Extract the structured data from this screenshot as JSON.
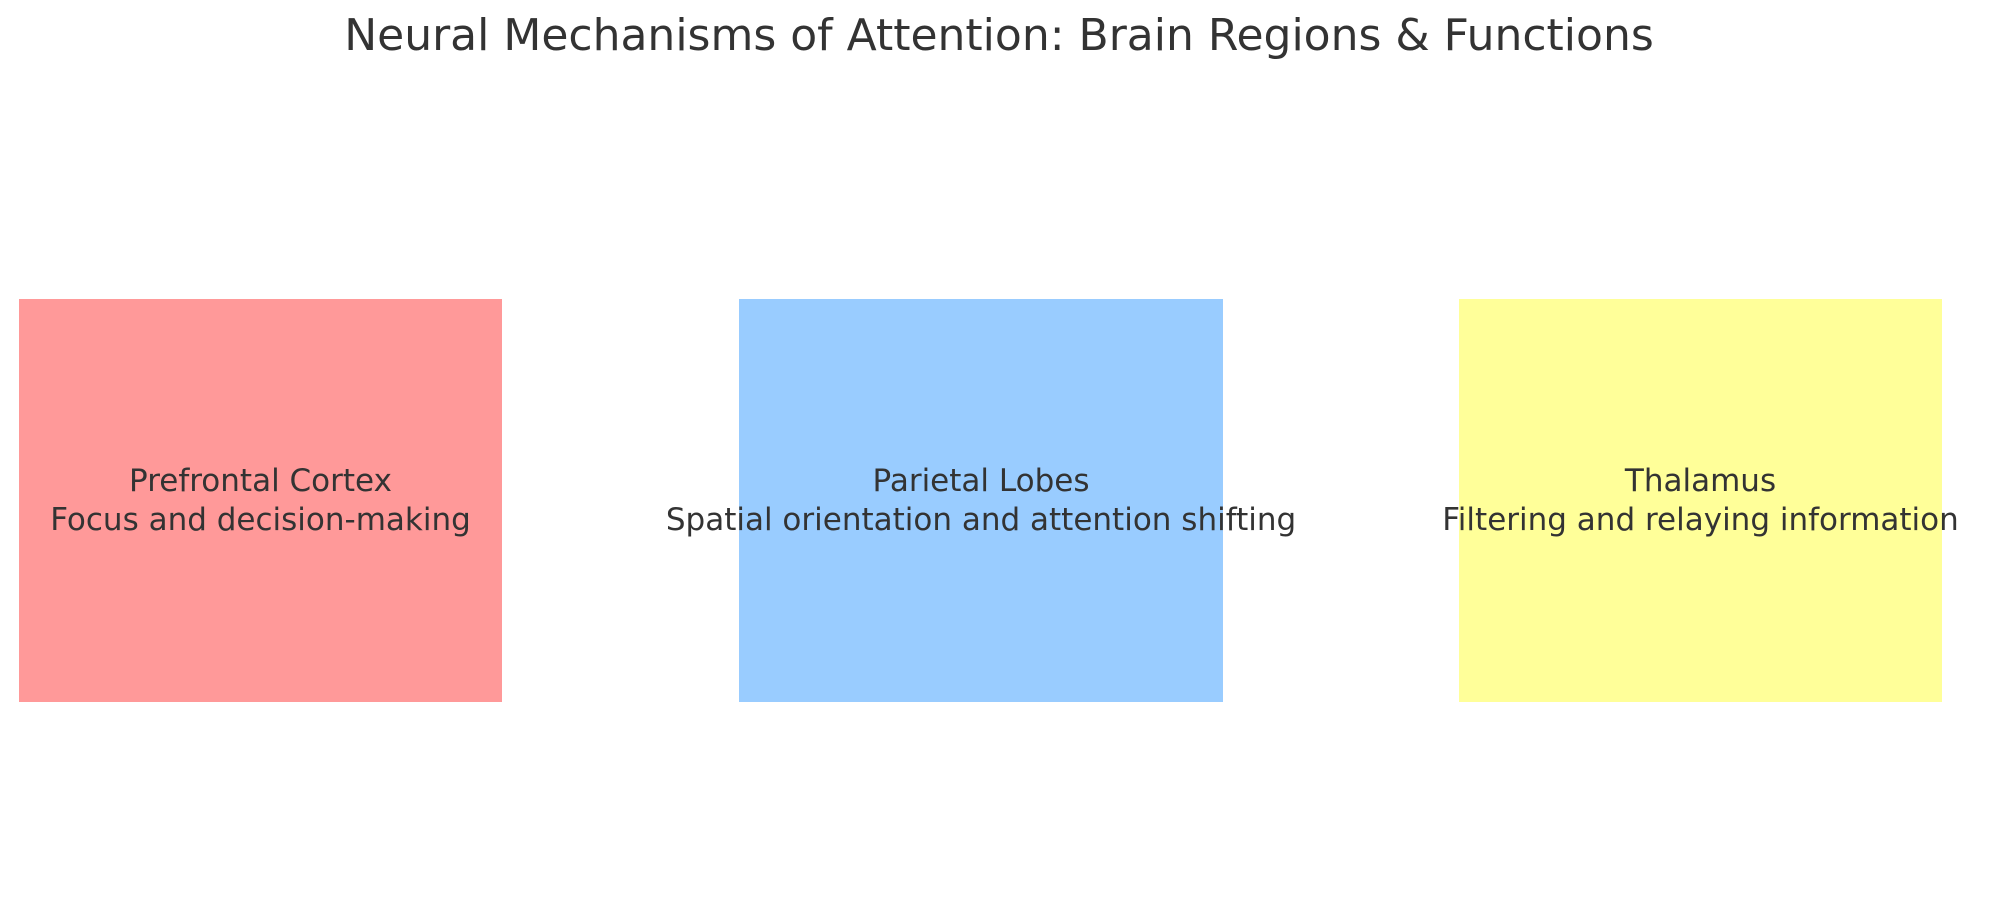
{
  "title": "Neural Mechanisms of Attention: Brain Regions & Functions",
  "colors": {
    "background": "#FFFFFF",
    "text": "#333333",
    "prefrontal_cortex_box": "#FF9999",
    "parietal_lobes_box": "#99CCFF",
    "thalamus_box": "#FFFF99"
  },
  "regions": [
    {
      "name": "Prefrontal Cortex",
      "function": "Focus and decision-making",
      "color": "#FF9999"
    },
    {
      "name": "Parietal Lobes",
      "function": "Spatial orientation and attention shifting",
      "color": "#99CCFF"
    },
    {
      "name": "Thalamus",
      "function": "Filtering and relaying information",
      "color": "#FFFF99"
    }
  ]
}
